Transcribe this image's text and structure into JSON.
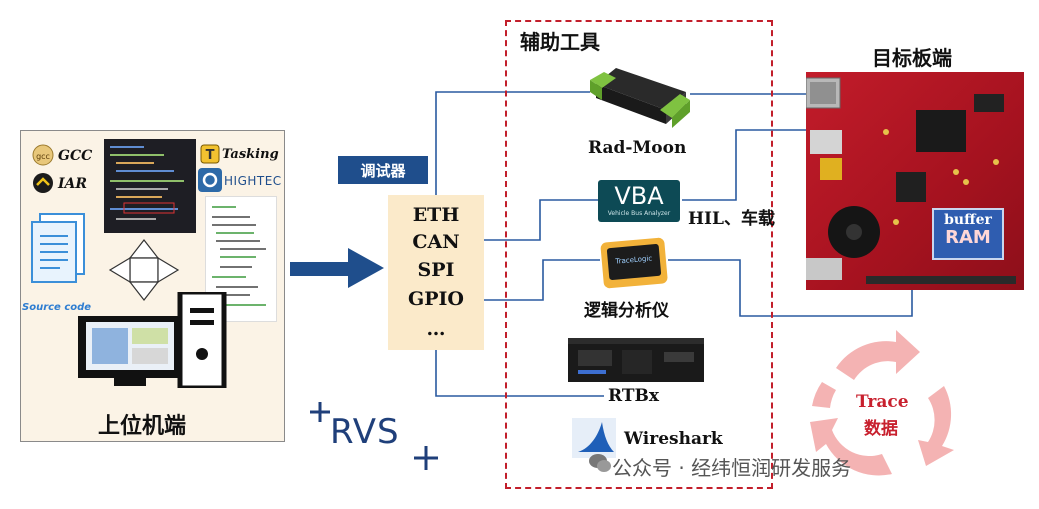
{
  "host": {
    "title": "上位机端",
    "gcc": "GCC",
    "iar": "IAR",
    "tasking": "Tasking",
    "hightec": "HIGHTEC",
    "source_code": "Source code"
  },
  "debugger_tag": "调试器",
  "interfaces": [
    "ETH",
    "CAN",
    "SPI",
    "GPIO",
    "…"
  ],
  "aux_tools": {
    "title": "辅助工具",
    "rad_moon": "Rad-Moon",
    "vba": "VBA",
    "vba_sub": "Vehicle Bus Analyzer",
    "logic_analyzer": "逻辑分析仪",
    "rtbx": "RTBx",
    "wireshark": "Wireshark"
  },
  "hil_label": "HIL、车载",
  "target": {
    "title": "目标板端",
    "buffer": "buffer",
    "ram": "RAM"
  },
  "trace": {
    "line1": "Trace",
    "line2": "数据"
  },
  "rvs_logo": "RVS",
  "watermark": "公众号 · 经纬恒润研发服务",
  "colors": {
    "line_blue": "#1f4e8c",
    "frame_red": "#c21f2b",
    "trace_pink": "#f2a6a6"
  }
}
